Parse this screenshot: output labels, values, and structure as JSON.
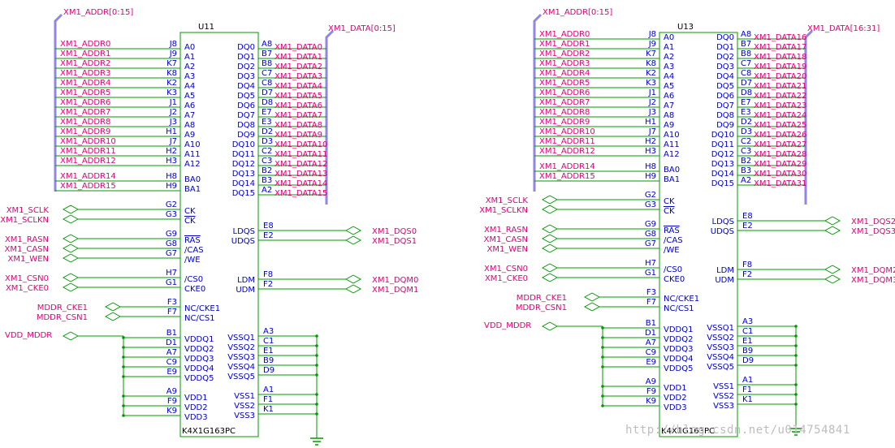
{
  "colors": {
    "net": "#e0007a",
    "pin": "#0000c8",
    "wire": "#009900",
    "bus": "#8f86e6",
    "part": "#000000"
  },
  "watermark": "http://blog.csdn.net/u014754841",
  "chips": [
    {
      "ref": "U11",
      "part": "K4X1G163PC",
      "addr_bus": "XM1_ADDR[0:15]",
      "data_bus": "XM1_DATA[0:15]",
      "addr": [
        {
          "net": "XM1_ADDR0",
          "num": "J8",
          "pin": "A0"
        },
        {
          "net": "XM1_ADDR1",
          "num": "J9",
          "pin": "A1"
        },
        {
          "net": "XM1_ADDR2",
          "num": "K7",
          "pin": "A2"
        },
        {
          "net": "XM1_ADDR3",
          "num": "K8",
          "pin": "A3"
        },
        {
          "net": "XM1_ADDR4",
          "num": "K2",
          "pin": "A4"
        },
        {
          "net": "XM1_ADDR5",
          "num": "K3",
          "pin": "A5"
        },
        {
          "net": "XM1_ADDR6",
          "num": "J1",
          "pin": "A6"
        },
        {
          "net": "XM1_ADDR7",
          "num": "J2",
          "pin": "A7"
        },
        {
          "net": "XM1_ADDR8",
          "num": "J3",
          "pin": "A8"
        },
        {
          "net": "XM1_ADDR9",
          "num": "H1",
          "pin": "A9"
        },
        {
          "net": "XM1_ADDR10",
          "num": "J7",
          "pin": "A10"
        },
        {
          "net": "XM1_ADDR11",
          "num": "H2",
          "pin": "A11"
        },
        {
          "net": "XM1_ADDR12",
          "num": "H3",
          "pin": "A12"
        }
      ],
      "ba": [
        {
          "net": "XM1_ADDR14",
          "num": "H8",
          "pin": "BA0"
        },
        {
          "net": "XM1_ADDR15",
          "num": "H9",
          "pin": "BA1"
        }
      ],
      "data": [
        {
          "pin": "DQ0",
          "num": "A8",
          "net": "XM1_DATA0"
        },
        {
          "pin": "DQ1",
          "num": "B7",
          "net": "XM1_DATA1"
        },
        {
          "pin": "DQ2",
          "num": "B8",
          "net": "XM1_DATA2"
        },
        {
          "pin": "DQ3",
          "num": "C7",
          "net": "XM1_DATA3"
        },
        {
          "pin": "DQ4",
          "num": "C8",
          "net": "XM1_DATA4"
        },
        {
          "pin": "DQ5",
          "num": "D7",
          "net": "XM1_DATA5"
        },
        {
          "pin": "DQ6",
          "num": "D8",
          "net": "XM1_DATA6"
        },
        {
          "pin": "DQ7",
          "num": "E7",
          "net": "XM1_DATA7"
        },
        {
          "pin": "DQ8",
          "num": "E3",
          "net": "XM1_DATA8"
        },
        {
          "pin": "DQ9",
          "num": "D2",
          "net": "XM1_DATA9"
        },
        {
          "pin": "DQ10",
          "num": "D3",
          "net": "XM1_DATA10"
        },
        {
          "pin": "DQ11",
          "num": "C2",
          "net": "XM1_DATA11"
        },
        {
          "pin": "DQ12",
          "num": "C3",
          "net": "XM1_DATA12"
        },
        {
          "pin": "DQ13",
          "num": "B2",
          "net": "XM1_DATA13"
        },
        {
          "pin": "DQ14",
          "num": "B3",
          "net": "XM1_DATA14"
        },
        {
          "pin": "DQ15",
          "num": "A2",
          "net": "XM1_DATA15"
        }
      ],
      "groups": [
        [
          {
            "net": "XM1_SCLK",
            "num": "G2",
            "pin": "CK"
          },
          {
            "net": "XM1_SCLKN",
            "num": "G3",
            "pin": "CK",
            "bar": true
          }
        ],
        [
          {
            "net": "XM1_RASN",
            "num": "G9",
            "pin": "RAS",
            "bar": true
          },
          {
            "net": "XM1_CASN",
            "num": "G8",
            "pin": "/CAS"
          },
          {
            "net": "XM1_WEN",
            "num": "G7",
            "pin": "/WE"
          }
        ],
        [
          {
            "net": "XM1_CSN0",
            "num": "H7",
            "pin": "/CS0"
          },
          {
            "net": "XM1_CKE0",
            "num": "G1",
            "pin": "CKE0"
          }
        ]
      ],
      "nc_pins": [
        {
          "net": "MDDR_CKE1",
          "num": "F3",
          "pin": "NC/CKE1"
        },
        {
          "net": "MDDR_CSN1",
          "num": "F7",
          "pin": "NC/CS1"
        }
      ],
      "rgroups": [
        [
          {
            "pin": "LDQS",
            "num": "E8",
            "net": "XM1_DQS0"
          },
          {
            "pin": "UDQS",
            "num": "E2",
            "net": "XM1_DQS1"
          }
        ],
        [
          {
            "pin": "LDM",
            "num": "F8",
            "net": "XM1_DQM0"
          },
          {
            "pin": "UDM",
            "num": "F2",
            "net": "XM1_DQM1"
          }
        ]
      ],
      "vdd_net": "VDD_MDDR",
      "vddq": [
        {
          "num": "B1",
          "pin": "VDDQ1"
        },
        {
          "num": "D1",
          "pin": "VDDQ2"
        },
        {
          "num": "A7",
          "pin": "VDDQ3"
        },
        {
          "num": "C9",
          "pin": "VDDQ4"
        },
        {
          "num": "E9",
          "pin": "VDDQ5"
        }
      ],
      "vdd": [
        {
          "num": "A9",
          "pin": "VDD1"
        },
        {
          "num": "F9",
          "pin": "VDD2"
        },
        {
          "num": "K9",
          "pin": "VDD3"
        }
      ],
      "vssq": [
        {
          "pin": "VSSQ1",
          "num": "A3"
        },
        {
          "pin": "VSSQ2",
          "num": "C1"
        },
        {
          "pin": "VSSQ3",
          "num": "E1"
        },
        {
          "pin": "VSSQ4",
          "num": "B9"
        },
        {
          "pin": "VSSQ5",
          "num": "D9"
        }
      ],
      "vss": [
        {
          "pin": "VSS1",
          "num": "A1"
        },
        {
          "pin": "VSS2",
          "num": "F1"
        },
        {
          "pin": "VSS3",
          "num": "K1"
        }
      ]
    },
    {
      "ref": "U13",
      "part": "K4X1G163PC",
      "addr_bus": "XM1_ADDR[0:15]",
      "data_bus": "XM1_DATA[16:31]",
      "addr": [
        {
          "net": "XM1_ADDR0",
          "num": "J8",
          "pin": "A0"
        },
        {
          "net": "XM1_ADDR1",
          "num": "J9",
          "pin": "A1"
        },
        {
          "net": "XM1_ADDR2",
          "num": "K7",
          "pin": "A2"
        },
        {
          "net": "XM1_ADDR3",
          "num": "K8",
          "pin": "A3"
        },
        {
          "net": "XM1_ADDR4",
          "num": "K2",
          "pin": "A4"
        },
        {
          "net": "XM1_ADDR5",
          "num": "K3",
          "pin": "A5"
        },
        {
          "net": "XM1_ADDR6",
          "num": "J1",
          "pin": "A6"
        },
        {
          "net": "XM1_ADDR7",
          "num": "J2",
          "pin": "A7"
        },
        {
          "net": "XM1_ADDR8",
          "num": "J3",
          "pin": "A8"
        },
        {
          "net": "XM1_ADDR9",
          "num": "H1",
          "pin": "A9"
        },
        {
          "net": "XM1_ADDR10",
          "num": "J7",
          "pin": "A10"
        },
        {
          "net": "XM1_ADDR11",
          "num": "H2",
          "pin": "A11"
        },
        {
          "net": "XM1_ADDR12",
          "num": "H3",
          "pin": "A12"
        }
      ],
      "ba": [
        {
          "net": "XM1_ADDR14",
          "num": "H8",
          "pin": "BA0"
        },
        {
          "net": "XM1_ADDR15",
          "num": "H9",
          "pin": "BA1"
        }
      ],
      "data": [
        {
          "pin": "DQ0",
          "num": "A8",
          "net": "XM1_DATA16"
        },
        {
          "pin": "DQ1",
          "num": "B7",
          "net": "XM1_DATA17"
        },
        {
          "pin": "DQ2",
          "num": "B8",
          "net": "XM1_DATA18"
        },
        {
          "pin": "DQ3",
          "num": "C7",
          "net": "XM1_DATA19"
        },
        {
          "pin": "DQ4",
          "num": "C8",
          "net": "XM1_DATA20"
        },
        {
          "pin": "DQ5",
          "num": "D7",
          "net": "XM1_DATA21"
        },
        {
          "pin": "DQ6",
          "num": "D8",
          "net": "XM1_DATA22"
        },
        {
          "pin": "DQ7",
          "num": "E7",
          "net": "XM1_DATA23"
        },
        {
          "pin": "DQ8",
          "num": "E3",
          "net": "XM1_DATA24"
        },
        {
          "pin": "DQ9",
          "num": "D2",
          "net": "XM1_DATA25"
        },
        {
          "pin": "DQ10",
          "num": "D3",
          "net": "XM1_DATA26"
        },
        {
          "pin": "DQ11",
          "num": "C2",
          "net": "XM1_DATA27"
        },
        {
          "pin": "DQ12",
          "num": "C3",
          "net": "XM1_DATA28"
        },
        {
          "pin": "DQ13",
          "num": "B2",
          "net": "XM1_DATA29"
        },
        {
          "pin": "DQ14",
          "num": "B3",
          "net": "XM1_DATA30"
        },
        {
          "pin": "DQ15",
          "num": "A2",
          "net": "XM1_DATA31"
        }
      ],
      "groups": [
        [
          {
            "net": "XM1_SCLK",
            "num": "G2",
            "pin": "CK"
          },
          {
            "net": "XM1_SCLKN",
            "num": "G3",
            "pin": "CK",
            "bar": true
          }
        ],
        [
          {
            "net": "XM1_RASN",
            "num": "G9",
            "pin": "RAS",
            "bar": true
          },
          {
            "net": "XM1_CASN",
            "num": "G8",
            "pin": "/CAS"
          },
          {
            "net": "XM1_WEN",
            "num": "G7",
            "pin": "/WE"
          }
        ],
        [
          {
            "net": "XM1_CSN0",
            "num": "H7",
            "pin": "/CS0"
          },
          {
            "net": "XM1_CKE0",
            "num": "G1",
            "pin": "CKE0"
          }
        ]
      ],
      "nc_pins": [
        {
          "net": "MDDR_CKE1",
          "num": "F3",
          "pin": "NC/CKE1"
        },
        {
          "net": "MDDR_CSN1",
          "num": "F7",
          "pin": "NC/CS1"
        }
      ],
      "rgroups": [
        [
          {
            "pin": "LDQS",
            "num": "E8",
            "net": "XM1_DQS2"
          },
          {
            "pin": "UDQS",
            "num": "E2",
            "net": "XM1_DQS3"
          }
        ],
        [
          {
            "pin": "LDM",
            "num": "F8",
            "net": "XM1_DQM2"
          },
          {
            "pin": "UDM",
            "num": "F2",
            "net": "XM1_DQM3"
          }
        ]
      ],
      "vdd_net": "VDD_MDDR",
      "vddq": [
        {
          "num": "B1",
          "pin": "VDDQ1"
        },
        {
          "num": "D1",
          "pin": "VDDQ2"
        },
        {
          "num": "A7",
          "pin": "VDDQ3"
        },
        {
          "num": "C9",
          "pin": "VDDQ4"
        },
        {
          "num": "E9",
          "pin": "VDDQ5"
        }
      ],
      "vdd": [
        {
          "num": "A9",
          "pin": "VDD1"
        },
        {
          "num": "F9",
          "pin": "VDD2"
        },
        {
          "num": "K9",
          "pin": "VDD3"
        }
      ],
      "vssq": [
        {
          "pin": "VSSQ1",
          "num": "A3"
        },
        {
          "pin": "VSSQ2",
          "num": "C1"
        },
        {
          "pin": "VSSQ3",
          "num": "E1"
        },
        {
          "pin": "VSSQ4",
          "num": "B9"
        },
        {
          "pin": "VSSQ5",
          "num": "D9"
        }
      ],
      "vss": [
        {
          "pin": "VSS1",
          "num": "A1"
        },
        {
          "pin": "VSS2",
          "num": "F1"
        },
        {
          "pin": "VSS3",
          "num": "K1"
        }
      ]
    }
  ]
}
